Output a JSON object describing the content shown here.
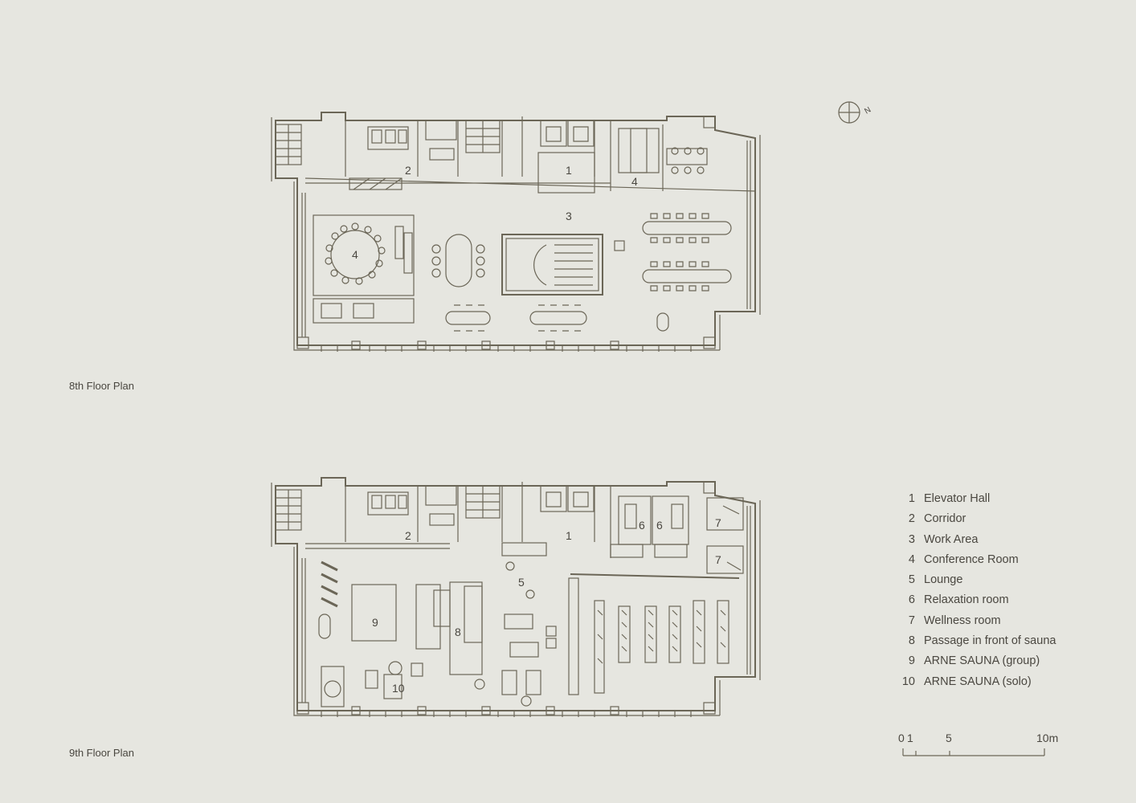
{
  "plans": [
    {
      "caption": "8th Floor Plan",
      "room_numbers": [
        "1",
        "2",
        "3",
        "4",
        "4"
      ]
    },
    {
      "caption": "9th Floor Plan",
      "room_numbers": [
        "1",
        "2",
        "5",
        "6",
        "6",
        "7",
        "7",
        "8",
        "9",
        "10"
      ]
    }
  ],
  "compass": {
    "label": "N"
  },
  "legend": [
    {
      "num": "1",
      "label": "Elevator Hall"
    },
    {
      "num": "2",
      "label": "Corridor"
    },
    {
      "num": "3",
      "label": "Work Area"
    },
    {
      "num": "4",
      "label": "Conference Room"
    },
    {
      "num": "5",
      "label": "Lounge"
    },
    {
      "num": "6",
      "label": "Relaxation room"
    },
    {
      "num": "7",
      "label": "Wellness room"
    },
    {
      "num": "8",
      "label": "Passage in front of sauna"
    },
    {
      "num": "9",
      "label": "ARNE SAUNA (group)"
    },
    {
      "num": "10",
      "label": "ARNE SAUNA (solo)"
    }
  ],
  "scale_bar": {
    "labels": [
      "0",
      "1",
      "5",
      "10m"
    ]
  },
  "colors": {
    "background": "#e6e6e0",
    "line": "#6b6657",
    "text": "#4a4740"
  }
}
